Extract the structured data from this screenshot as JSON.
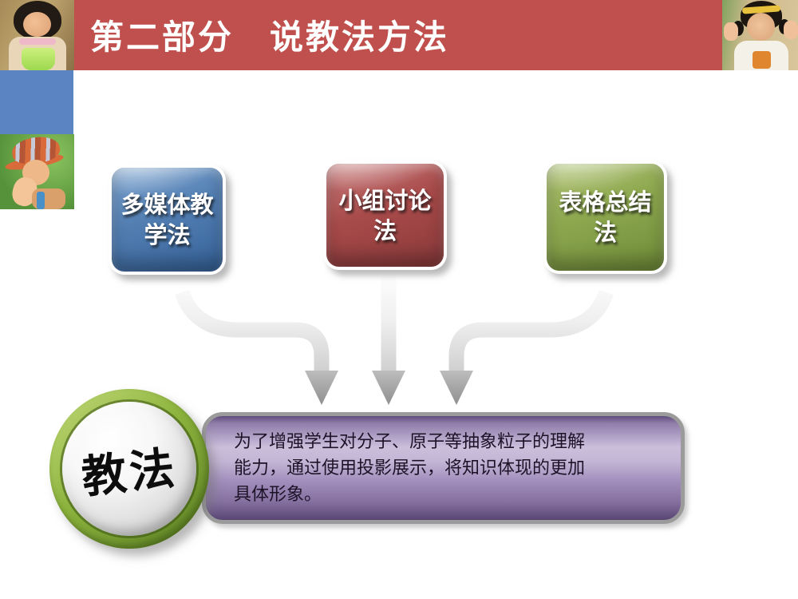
{
  "header": {
    "title": "第二部分　说教法方法"
  },
  "methods": [
    {
      "id": "multimedia-teaching",
      "line1": "多媒体教",
      "line2": "学法"
    },
    {
      "id": "group-discussion",
      "line1": "小组讨论",
      "line2": "法"
    },
    {
      "id": "table-summary",
      "line1": "表格总结",
      "line2": "法"
    }
  ],
  "badge": {
    "label": "教法"
  },
  "summary": {
    "lines": [
      "为了增强学生对分子、原子等抽象粒子的理解",
      "能力，通过使用投影展示，将知识体现的更加",
      "具体形象。"
    ]
  },
  "colors": {
    "header_red": "#C0504D",
    "sidebar_blue": "#5A84C2",
    "box_blue": "#527EB2",
    "box_red": "#A84A4A",
    "box_green": "#8CA74E",
    "banner_purple": "#A38FBD",
    "banner_border_gray": "#9B9B9B",
    "badge_green": "#8DB43E",
    "arrow_gray": "#B0B0B0",
    "title_text": "#FFFFFF",
    "summary_text": "#1D1328"
  }
}
